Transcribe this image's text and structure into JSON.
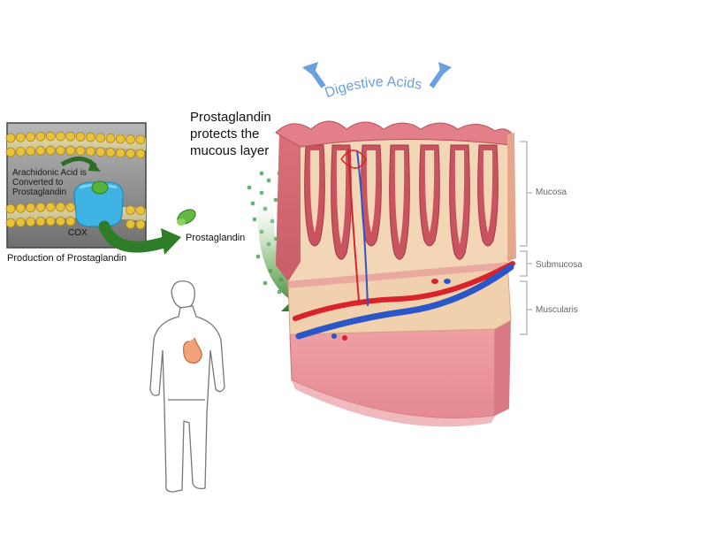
{
  "inset": {
    "arachidonic_text": "Arachidonic Acid is Converted to Prostaglandin",
    "cox_label": "COX",
    "caption": "Production of Prostaglandin"
  },
  "prostaglandin_label": "Prostaglandin",
  "protects_text": "Prostaglandin protects the mucous layer",
  "digestive_acids_label": "Digestive Acids",
  "layers": {
    "mucosa": "Mucosa",
    "submucosa": "Submucosa",
    "muscularis": "Muscularis"
  },
  "colors": {
    "acid_arrow": "#6a9fe0",
    "green_arrow": "#2f7d28",
    "tissue_pink": "#e58f98",
    "tissue_cream": "#f0cfa8",
    "artery": "#d8232a",
    "vein": "#2a56c8",
    "cox_blue": "#3fb3e3"
  }
}
